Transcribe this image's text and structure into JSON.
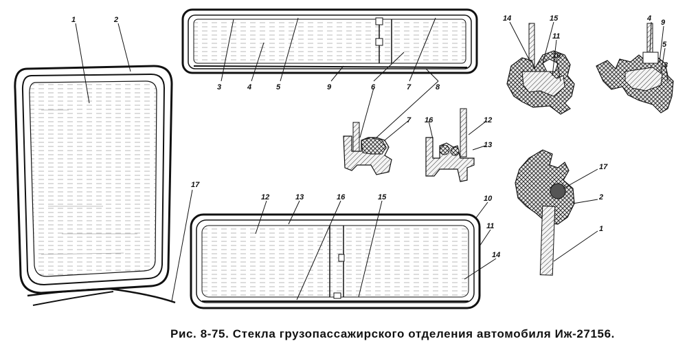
{
  "caption": "Рис. 8-75. Стекла грузопассажирского отделения автомобиля Иж-27156.",
  "callouts": {
    "side_glass": [
      "1",
      "2",
      "17"
    ],
    "upper_window": [
      "3",
      "4",
      "5",
      "9",
      "6",
      "7",
      "8"
    ],
    "lower_window": [
      "12",
      "13",
      "16",
      "15",
      "10",
      "11",
      "14"
    ],
    "section_upper": [
      "7"
    ],
    "section_lower": [
      "16",
      "12",
      "13"
    ],
    "section_right_a": [
      "14",
      "15",
      "11",
      "10"
    ],
    "section_right_b": [
      "4",
      "9",
      "5",
      "3"
    ],
    "section_side": [
      "17",
      "2",
      "1"
    ]
  }
}
